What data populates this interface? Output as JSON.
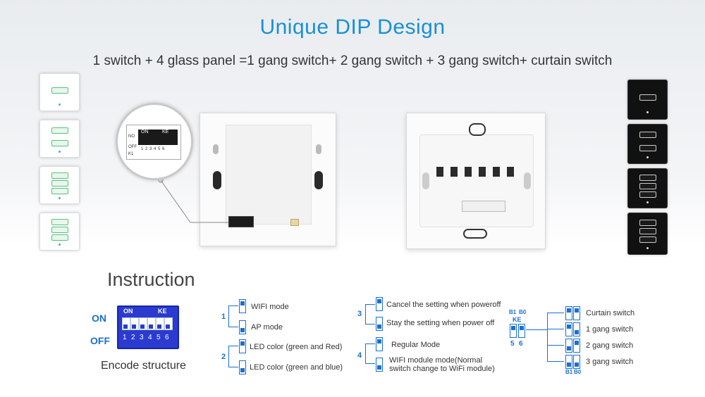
{
  "header": {
    "title": "Unique DIP Design",
    "subtitle": "1 switch + 4 glass panel =1 gang switch+ 2 gang switch + 3 gang switch+ curtain switch"
  },
  "magnifier": {
    "on": "ON",
    "ke": "KE",
    "no": "NO",
    "off": "OFF",
    "k1": "K1",
    "nums": "1 2 3 4 5 6"
  },
  "instruction": {
    "title": "Instruction",
    "on_label": "ON",
    "off_label": "OFF",
    "dip_on": "ON",
    "dip_ke": "KE",
    "dip_numbers": [
      "1",
      "2",
      "3",
      "4",
      "5",
      "6"
    ],
    "encode": "Encode structure"
  },
  "settings": {
    "g1": {
      "num": "1",
      "a": "WIFI mode",
      "b": "AP mode"
    },
    "g2": {
      "num": "2",
      "a": "LED color (green and Red)",
      "b": "LED color (green and blue)"
    },
    "g3": {
      "num": "3",
      "a": "Cancel the setting when poweroff",
      "b": "Stay the setting when power off"
    },
    "g4": {
      "num": "4",
      "a": "Regular Mode",
      "b1": "WIFI module mode(Normal",
      "b2": "switch change to WiFi module)"
    }
  },
  "ke_block": {
    "b1": "B1",
    "b0": "B0",
    "ke": "KE",
    "n5": "5",
    "n6": "6",
    "items": [
      "Curtain switch",
      "1 gang switch",
      "2 gang switch",
      "3 gang switch"
    ]
  },
  "colors": {
    "accent": "#1a8fd6",
    "dip_blue": "#2b3bd0",
    "line_blue": "#1a6fd1"
  }
}
